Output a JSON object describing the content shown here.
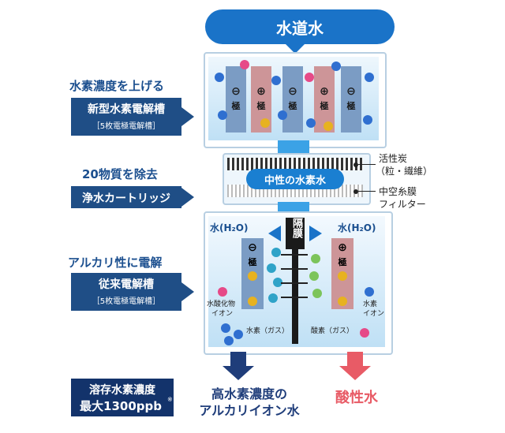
{
  "top_label": "水道水",
  "left_labels": {
    "s1_heading": "水素濃度を上げる",
    "s1_box_title": "新型水素電解槽",
    "s1_box_sub": "［5枚電極電解槽］",
    "s2_heading": "20物質を除去",
    "s2_box_title": "浄水カートリッジ",
    "s3_heading": "アルカリ性に電解",
    "s3_box_title": "従来電解槽",
    "s3_box_sub": "［5枚電極電解槽］"
  },
  "electrodes_top": [
    {
      "sign": "⊖",
      "name": "極",
      "kind": "neg"
    },
    {
      "sign": "⊕",
      "name": "極",
      "kind": "pos"
    },
    {
      "sign": "⊖",
      "name": "極",
      "kind": "neg"
    },
    {
      "sign": "⊕",
      "name": "極",
      "kind": "pos"
    },
    {
      "sign": "⊖",
      "name": "極",
      "kind": "neg"
    }
  ],
  "filter": {
    "center_label": "中性の水素水",
    "right_label_1a": "活性炭",
    "right_label_1b": "（粒・繊維）",
    "right_label_2a": "中空糸膜",
    "right_label_2b": "フィルター"
  },
  "lower_cell": {
    "water_left": "水(H₂O)",
    "water_right": "水(H₂O)",
    "membrane": "隔膜",
    "neg_sign": "⊖",
    "neg_name": "極",
    "pos_sign": "⊕",
    "pos_name": "極",
    "hydroxide_ion_1": "水酸化物",
    "hydroxide_ion_2": "イオン",
    "hydrogen_ion_1": "水素",
    "hydrogen_ion_2": "イオン",
    "hydrogen_gas": "水素（ガス）",
    "oxygen_gas": "酸素（ガス）"
  },
  "bottom": {
    "badge_line1": "溶存水素濃度",
    "badge_line2": "最大1300ppb",
    "badge_note": "※",
    "alkaline_line1": "高水素濃度の",
    "alkaline_line2": "アルカリイオン水",
    "acidic": "酸性水"
  },
  "colors": {
    "navy": "#1f4e86",
    "blue_arrow": "#1a7fd1",
    "acid_red": "#e85b66",
    "tank_fill": "#cfe8f8",
    "neg_electrode": "#6a8fb8",
    "pos_electrode": "#c98a8e"
  }
}
